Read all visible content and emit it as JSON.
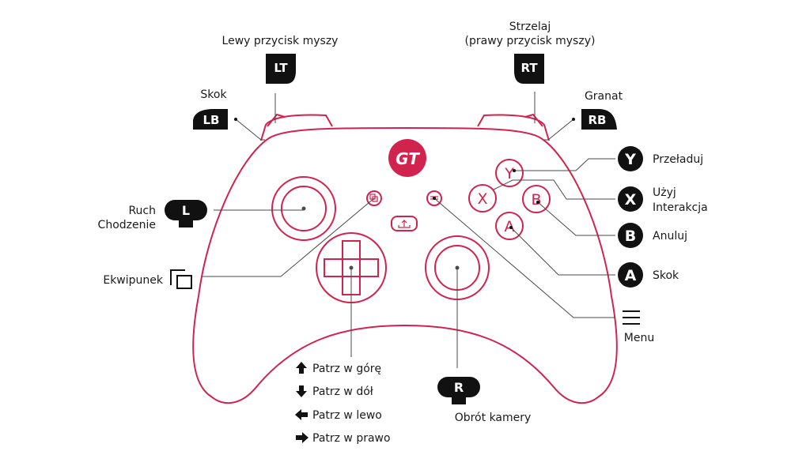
{
  "colors": {
    "accent": "#d0234d",
    "ink": "#111111",
    "line": "#4a4a4a"
  },
  "logo": {
    "text": "GT"
  },
  "shoulders": {
    "lt": {
      "badge": "LT",
      "label": "Lewy przycisk myszy"
    },
    "rt": {
      "badge": "RT",
      "label_line1": "Strzelaj",
      "label_line2": "(prawy przycisk myszy)"
    },
    "lb": {
      "badge": "LB",
      "label": "Skok"
    },
    "rb": {
      "badge": "RB",
      "label": "Granat"
    }
  },
  "face_buttons": {
    "y": {
      "letter": "Y",
      "label": "Przeładuj"
    },
    "x": {
      "letter": "X",
      "label_line1": "Użyj",
      "label_line2": "Interakcja"
    },
    "b": {
      "letter": "B",
      "label": "Anuluj"
    },
    "a": {
      "letter": "A",
      "label": "Skok"
    }
  },
  "left_stick": {
    "badge": "L",
    "label_line1": "Ruch",
    "label_line2": "Chodzenie"
  },
  "right_stick": {
    "badge": "R",
    "label": "Obrót kamery"
  },
  "view_button": {
    "label": "Ekwipunek",
    "icon": "view-windows-icon"
  },
  "menu_button": {
    "label": "Menu",
    "icon": "hamburger-menu-icon"
  },
  "dpad": {
    "up": "Patrz w górę",
    "down": "Patrz w dół",
    "left": "Patrz w lewo",
    "right": "Patrz w prawo"
  }
}
